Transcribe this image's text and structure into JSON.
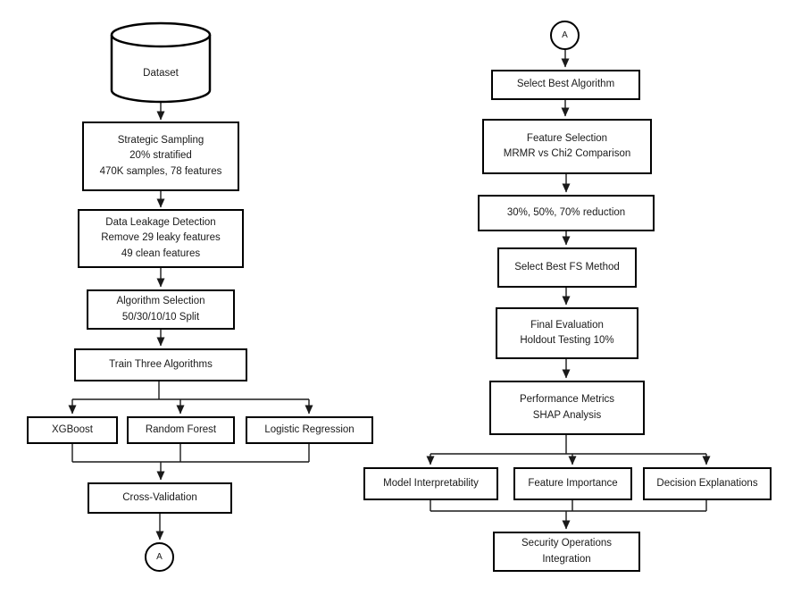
{
  "colors": {
    "background": "#ffffff",
    "line": "#1a1a1a",
    "box_border": "#000000",
    "box_fill": "#ffffff",
    "text": "#1a1a1a"
  },
  "nodes": {
    "dataset": {
      "label": "Dataset"
    },
    "strategic_sampling": {
      "lines": [
        "Strategic Sampling",
        "20% stratified",
        "470K samples, 78 features"
      ]
    },
    "data_leakage": {
      "lines": [
        "Data Leakage Detection",
        "Remove 29 leaky features",
        "49 clean features"
      ]
    },
    "algorithm_selection": {
      "lines": [
        "Algorithm Selection",
        "50/30/10/10 Split"
      ]
    },
    "train_three": {
      "label": "Train Three Algorithms"
    },
    "xgboost": {
      "label": "XGBoost"
    },
    "random_forest": {
      "label": "Random Forest"
    },
    "logistic_regression": {
      "label": "Logistic Regression"
    },
    "cross_validation": {
      "label": "Cross-Validation"
    },
    "connector_a_left": {
      "label": "A"
    },
    "connector_a_right": {
      "label": "A"
    },
    "select_best_algorithm": {
      "label": "Select Best Algorithm"
    },
    "feature_selection": {
      "lines": [
        "Feature Selection",
        "MRMR vs Chi2 Comparison"
      ]
    },
    "reduction": {
      "label": "30%, 50%, 70% reduction"
    },
    "select_best_fs": {
      "label": "Select Best FS Method"
    },
    "final_evaluation": {
      "lines": [
        "Final Evaluation",
        "Holdout Testing 10%"
      ]
    },
    "performance_metrics": {
      "lines": [
        "Performance Metrics",
        "SHAP Analysis"
      ]
    },
    "model_interpretability": {
      "label": "Model Interpretability"
    },
    "feature_importance": {
      "label": "Feature Importance"
    },
    "decision_explanations": {
      "label": "Decision Explanations"
    },
    "security_operations": {
      "lines": [
        "Security Operations",
        "Integration"
      ]
    }
  },
  "edges": [
    "dataset -> strategic_sampling",
    "strategic_sampling -> data_leakage",
    "data_leakage -> algorithm_selection",
    "algorithm_selection -> train_three",
    "train_three -> xgboost",
    "train_three -> random_forest",
    "train_three -> logistic_regression",
    "xgboost -> cross_validation",
    "random_forest -> cross_validation",
    "logistic_regression -> cross_validation",
    "cross_validation -> connector_a_left",
    "connector_a_right -> select_best_algorithm",
    "select_best_algorithm -> feature_selection",
    "feature_selection -> reduction",
    "reduction -> select_best_fs",
    "select_best_fs -> final_evaluation",
    "final_evaluation -> performance_metrics",
    "performance_metrics -> model_interpretability",
    "performance_metrics -> feature_importance",
    "performance_metrics -> decision_explanations",
    "model_interpretability -> security_operations",
    "feature_importance -> security_operations",
    "decision_explanations -> security_operations"
  ]
}
